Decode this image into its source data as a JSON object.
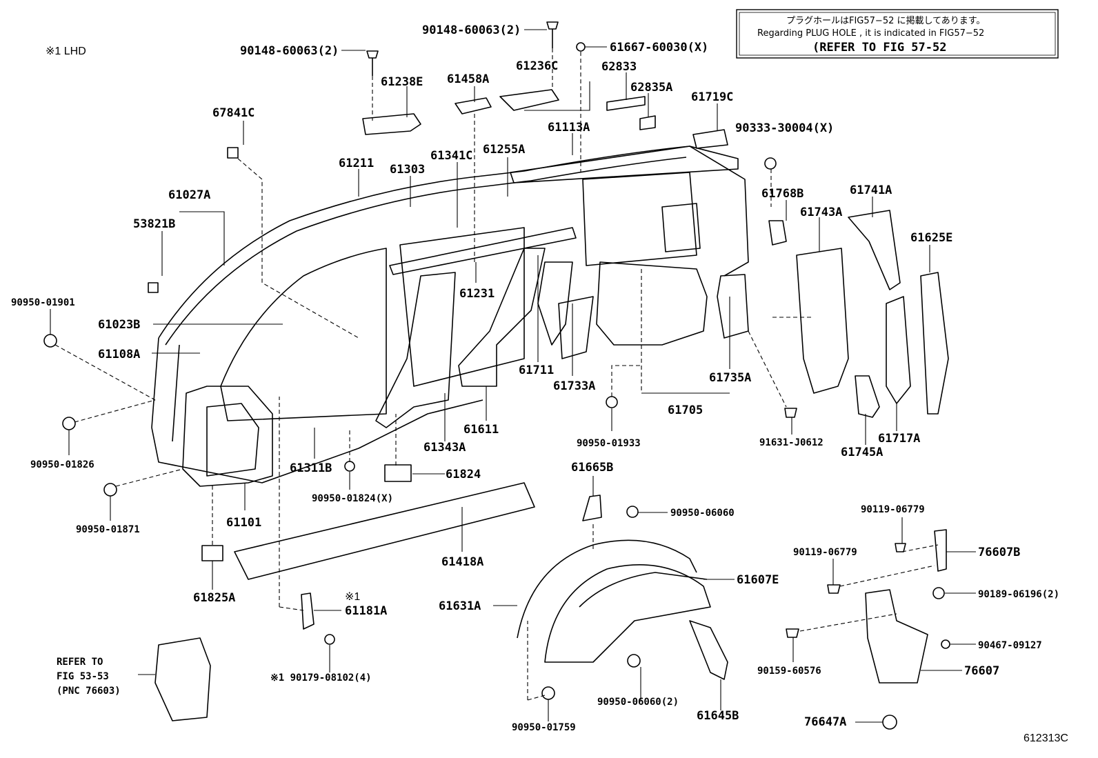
{
  "header": {
    "lhd_note": "※1 LHD",
    "plug_note_jp": "プラグホールはFIG57−52 に掲載してあります。",
    "plug_note_en": "Regarding PLUG HOLE , it is indicated in FIG57−52",
    "plug_note_refer": "(REFER TO FIG 57-52"
  },
  "footer": {
    "figure_id": "612313C",
    "refer_line1": "REFER TO",
    "refer_line2": "FIG 53-53",
    "refer_line3": "(PNC 76603)"
  },
  "parts": {
    "p90148_60063_2a": "90148-60063(2)",
    "p90148_60063_2b": "90148-60063(2)",
    "p61667_60030": "61667-60030(X)",
    "p61238E": "61238E",
    "p61458A": "61458A",
    "p61236C": "61236C",
    "p62833": "62833",
    "p62835A": "62835A",
    "p61719C": "61719C",
    "p90333_30004": "90333-30004(X)",
    "p67841C": "67841C",
    "p61113A": "61113A",
    "p61211": "61211",
    "p61303": "61303",
    "p61341C": "61341C",
    "p61255A": "61255A",
    "p61027A": "61027A",
    "p53821B": "53821B",
    "p61768B": "61768B",
    "p61741A": "61741A",
    "p61743A": "61743A",
    "p61625E": "61625E",
    "p90950_01901": "90950-01901",
    "p61023B": "61023B",
    "p61231": "61231",
    "p61108A": "61108A",
    "p61711": "61711",
    "p61733A": "61733A",
    "p61735A": "61735A",
    "p61611": "61611",
    "p61705": "61705",
    "p61343A": "61343A",
    "p90950_01933": "90950-01933",
    "p91631_J0612": "91631-J0612",
    "p61717A": "61717A",
    "p61745A": "61745A",
    "p90950_01826": "90950-01826",
    "p61311B": "61311B",
    "p61824": "61824",
    "p61665B": "61665B",
    "p90950_01824": "90950-01824(X)",
    "p61101": "61101",
    "p90950_06060": "90950-06060",
    "p90119_06779a": "90119-06779",
    "p90950_01871": "90950-01871",
    "p61418A": "61418A",
    "p90119_06779b": "90119-06779",
    "p76607B": "76607B",
    "p61607E": "61607E",
    "p61825A": "61825A",
    "p90189_06196": "90189-06196(2)",
    "note_ref1": "※1",
    "p61181A": "61181A",
    "p61631A": "61631A",
    "p90467_09127": "90467-09127",
    "p90179_08102": "※1 90179-08102(4)",
    "p90159_60576": "90159-60576",
    "p76607": "76607",
    "p90950_06060_2": "90950-06060(2)",
    "p61645B": "61645B",
    "p90950_01759": "90950-01759",
    "p76647A": "76647A"
  }
}
